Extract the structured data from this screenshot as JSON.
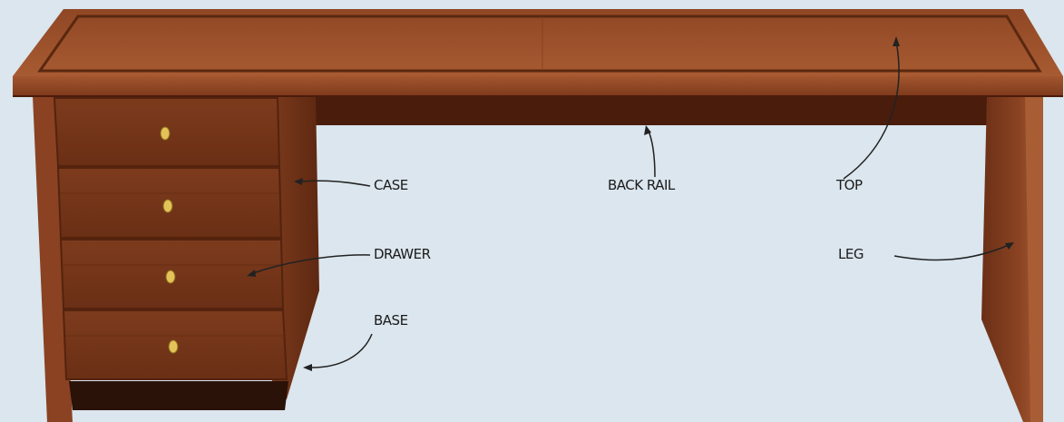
{
  "labels": {
    "case": "CASE",
    "back_rail": "BACK RAIL",
    "top": "TOP",
    "drawer": "DRAWER",
    "leg": "LEG",
    "base": "BASE"
  },
  "colors": {
    "background": "#dbe6ee",
    "wood_top": "#9a4e2a",
    "wood_dark": "#6e2f18",
    "wood_light": "#b0643a",
    "base_black": "#2a1208",
    "knob": "#e3c25a",
    "leader_line": "#222222"
  }
}
